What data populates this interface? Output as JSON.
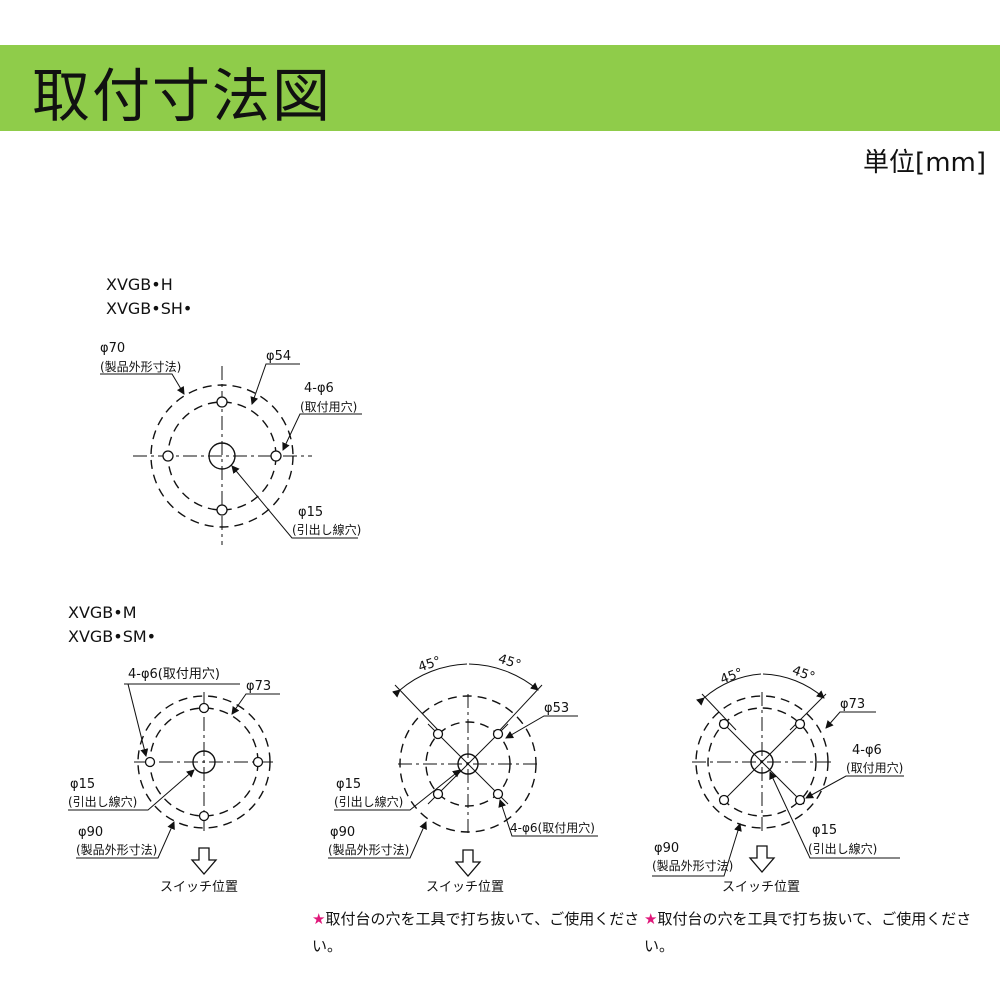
{
  "header": {
    "title": "取付寸法図",
    "bar_color": "#8fcc4a"
  },
  "unit_label": "単位[mm]",
  "diagram1": {
    "models": [
      "XVGB•H",
      "XVGB•SH•"
    ],
    "labels": {
      "phi70": "φ70",
      "phi70_note": "(製品外形寸法)",
      "phi54": "φ54",
      "holes": "4-φ6",
      "holes_note": "(取付用穴)",
      "phi15": "φ15",
      "phi15_note": "(引出し線穴)"
    }
  },
  "diagram2": {
    "models": [
      "XVGB•M",
      "XVGB•SM•"
    ],
    "labels": {
      "holes": "4-φ6(取付用穴)",
      "phi73": "φ73",
      "phi15": "φ15",
      "phi15_note": "(引出し線穴)",
      "phi90": "φ90",
      "phi90_note": "(製品外形寸法)",
      "switch": "スイッチ位置"
    }
  },
  "diagram3": {
    "labels": {
      "angle_left": "45°",
      "angle_right": "45°",
      "phi53": "φ53",
      "phi15": "φ15",
      "phi15_note": "(引出し線穴)",
      "holes": "4-φ6(取付用穴)",
      "phi90": "φ90",
      "phi90_note": "(製品外形寸法)",
      "switch": "スイッチ位置"
    },
    "note_star": "★",
    "note": "取付台の穴を工具で打ち抜いて、ご使用ください。"
  },
  "diagram4": {
    "labels": {
      "angle_left": "45°",
      "angle_right": "45°",
      "phi73": "φ73",
      "holes": "4-φ6",
      "holes_note": "(取付用穴)",
      "phi15": "φ15",
      "phi15_note": "(引出し線穴)",
      "phi90": "φ90",
      "phi90_note": "(製品外形寸法)",
      "switch": "スイッチ位置"
    },
    "note_star": "★",
    "note": "取付台の穴を工具で打ち抜いて、ご使用ください。"
  },
  "accent_star_color": "#e0187a"
}
